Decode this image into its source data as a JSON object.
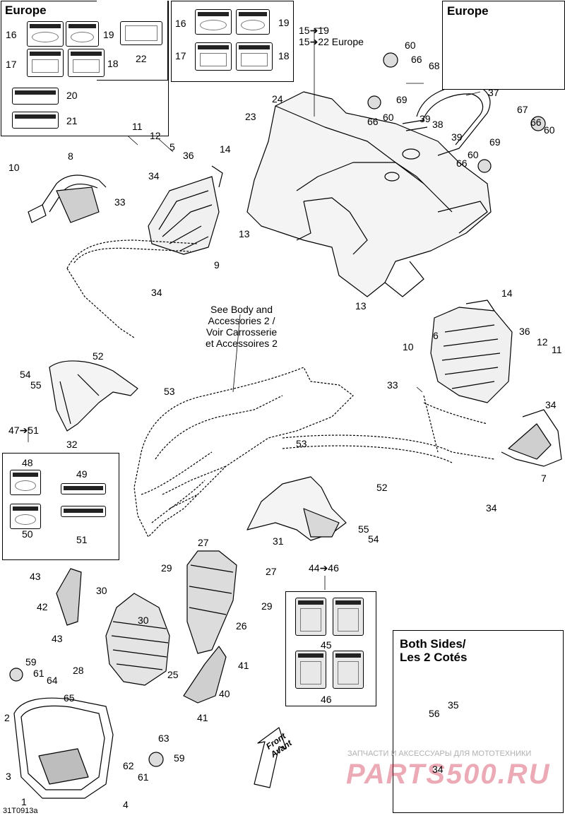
{
  "boxes": {
    "europe_left": "Europe",
    "europe_right": "Europe",
    "both_sides_l1": "Both Sides/",
    "both_sides_l2": "Les 2 Cotés"
  },
  "notes": {
    "body2_l1": "See Body and",
    "body2_l2": "Accessories 2 /",
    "body2_l3": "Voir Carrosserie",
    "body2_l4": "et Accessoires 2",
    "range_15_19": "15➔19",
    "range_15_22": "15➔22 Europe",
    "range_47_51": "47➔51",
    "range_44_46": "44➔46"
  },
  "front_arrow": {
    "l1": "Front",
    "l2": "Avant"
  },
  "figure_code": "31T0913a",
  "watermark": {
    "top": "ЗАПЧАСТИ И АКСЕССУАРЫ ДЛЯ МОТОТЕХНИКИ",
    "logo": "PARTS500.RU"
  },
  "callouts": [
    "16",
    "19",
    "17",
    "18",
    "20",
    "21",
    "22",
    "16",
    "19",
    "17",
    "18",
    "60",
    "66",
    "68",
    "37",
    "69",
    "60",
    "66",
    "39",
    "38",
    "39",
    "67",
    "66",
    "60",
    "69",
    "60",
    "66",
    "23",
    "24",
    "11",
    "12",
    "5",
    "36",
    "14",
    "8",
    "10",
    "34",
    "33",
    "9",
    "34",
    "13",
    "13",
    "14",
    "6",
    "36",
    "12",
    "11",
    "10",
    "33",
    "34",
    "7",
    "34",
    "52",
    "54",
    "55",
    "53",
    "47",
    "32",
    "53",
    "52",
    "31",
    "55",
    "54",
    "48",
    "49",
    "50",
    "51",
    "27",
    "29",
    "27",
    "29",
    "26",
    "43",
    "30",
    "42",
    "30",
    "43",
    "25",
    "28",
    "59",
    "61",
    "64",
    "65",
    "41",
    "40",
    "41",
    "45",
    "46",
    "44",
    "2",
    "3",
    "1",
    "63",
    "62",
    "61",
    "59",
    "4",
    "56",
    "35",
    "34"
  ],
  "colors": {
    "ink": "#000000",
    "watermark": "#c8102e",
    "watermark_text": "#b0b0b0",
    "fill_dark": "#bdbdbd"
  }
}
